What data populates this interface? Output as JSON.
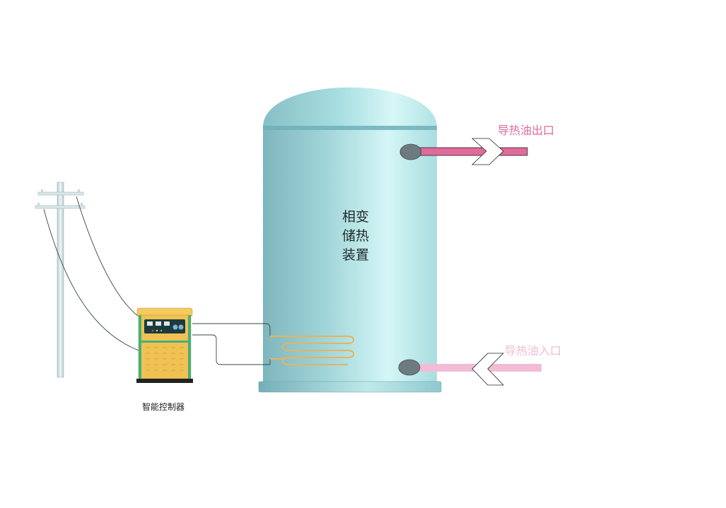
{
  "tank": {
    "label_lines": [
      "相变",
      "储热",
      "装置"
    ]
  },
  "outlet": {
    "label": "导热油出口"
  },
  "inlet": {
    "label": "导热油入口"
  },
  "controller": {
    "label": "智能控制器"
  },
  "colors": {
    "tank_body": "#a9dfe2",
    "tank_band": "#6fb0b8",
    "outlet_pipe": "#e06b9a",
    "inlet_pipe": "#f2bcd6",
    "nozzle": "#6d7b80",
    "controller_body": "#f0c253",
    "controller_panel": "#1d3b3f",
    "heating_coil": "#e7b35c",
    "pole": "#d7e4e5"
  },
  "icons": [
    "utility-pole-icon",
    "controller-cabinet-icon",
    "heating-coil-icon",
    "flow-arrow-icon"
  ]
}
